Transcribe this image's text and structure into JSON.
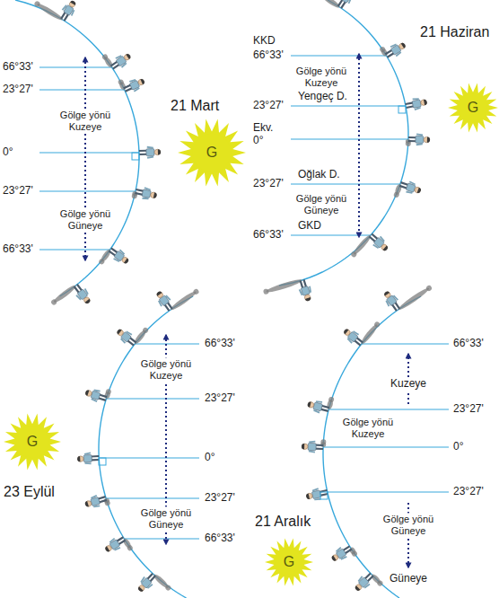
{
  "diagram": {
    "nodes": [
      {
        "text": [
          "G"
        ]
      },
      {
        "text": [
          "G"
        ]
      },
      {
        "text": [
          "G"
        ]
      },
      {
        "text": [
          "G"
        ]
      }
    ],
    "labels": [
      "66°33'",
      "Gölge yönü Kuzeye",
      "23°27'",
      "21 Mart",
      "0°",
      "23°27'",
      "Gölge yönü Güneye",
      "66°33'",
      "KKD",
      "66°33'",
      "Gölge yönü Kuzeye",
      "21 Haziran",
      "Yengeç D.",
      "23°27'",
      "Ekv.",
      "0°",
      "Oğlak D.",
      "23°27'",
      "Gölge yönü Güneye",
      "GKD",
      "66°33'",
      "66°33'",
      "Gölge yönü Kuzeye",
      "23°27'",
      "0°",
      "23 Eylül",
      "23°27'",
      "Gölge yönü Güneye",
      "66°33'",
      "66°33'",
      "Kuzeye",
      "23°27'",
      "Gölge yönü Kuzeye",
      "0°",
      "23°27'",
      "21 Aralık",
      "Gölge yönü Güneye",
      "Güneye"
    ]
  }
}
